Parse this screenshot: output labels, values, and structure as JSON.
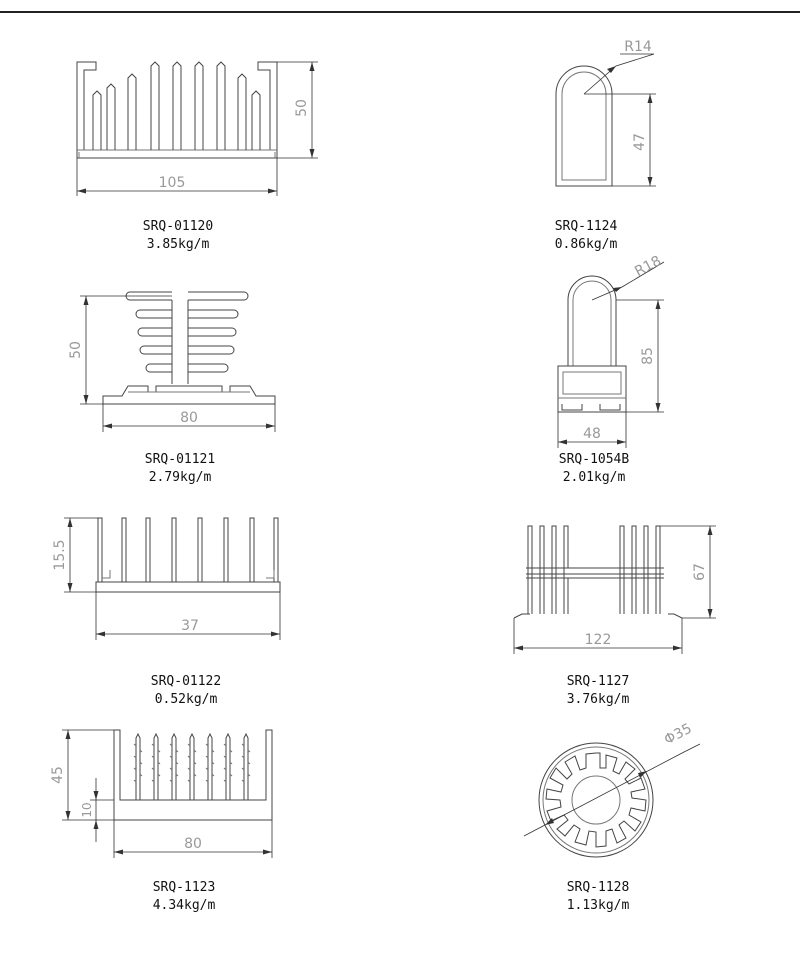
{
  "profiles": [
    {
      "code": "SRQ-01120",
      "weight": "3.85kg/m",
      "dims": [
        "50",
        "105"
      ]
    },
    {
      "code": "SRQ-1124",
      "weight": "0.86kg/m",
      "dims": [
        "R14",
        "47"
      ]
    },
    {
      "code": "SRQ-01121",
      "weight": "2.79kg/m",
      "dims": [
        "50",
        "80"
      ]
    },
    {
      "code": "SRQ-1054B",
      "weight": "2.01kg/m",
      "dims": [
        "R18",
        "85",
        "48"
      ]
    },
    {
      "code": "SRQ-01122",
      "weight": "0.52kg/m",
      "dims": [
        "15.5",
        "37"
      ]
    },
    {
      "code": "SRQ-1127",
      "weight": "3.76kg/m",
      "dims": [
        "67",
        "122"
      ]
    },
    {
      "code": "SRQ-1123",
      "weight": "4.34kg/m",
      "dims": [
        "45",
        "10",
        "80"
      ]
    },
    {
      "code": "SRQ-1128",
      "weight": "1.13kg/m",
      "dims": [
        "Φ35"
      ]
    }
  ]
}
